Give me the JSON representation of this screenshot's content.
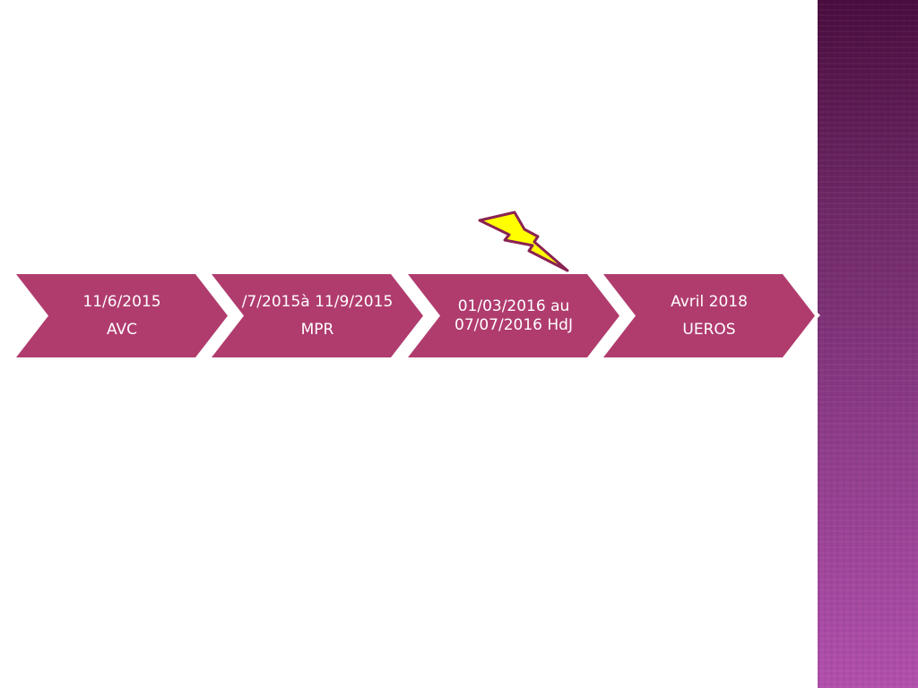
{
  "timeline": [
    {
      "line1": "11/6/2015",
      "line2": "AVC"
    },
    {
      "line1": "/7/2015à 11/9/2015",
      "line2": "MPR"
    },
    {
      "line1": "01/03/2016 au",
      "line2": "07/07/2016 HdJ"
    },
    {
      "line1": "Avril 2018",
      "line2": "UEROS"
    }
  ],
  "colors": {
    "chevron": "#b03c6e",
    "bolt_fill": "#ffff00",
    "bolt_stroke": "#8a2252",
    "sidebar_top": "#4a0d3e",
    "sidebar_bottom": "#b24fae"
  },
  "icons": {
    "event_marker": "lightning-bolt-icon"
  }
}
